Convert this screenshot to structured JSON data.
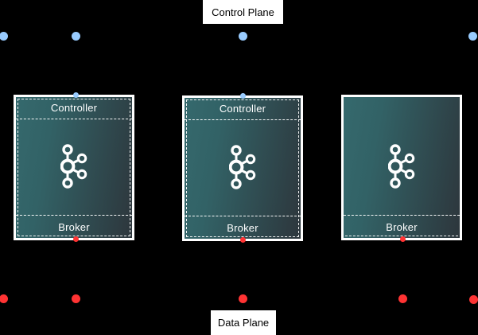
{
  "labels": {
    "control_plane": "Control Plane",
    "data_plane": "Data Plane"
  },
  "nodes": [
    {
      "controller": "Controller",
      "broker": "Broker"
    },
    {
      "controller": "Controller",
      "broker": "Broker"
    },
    {
      "broker": "Broker"
    }
  ],
  "icons": {
    "node_logo": "kafka-logo"
  },
  "colors": {
    "background": "#000000",
    "node_border": "#ffffff",
    "node_gradient_left": "#35696d",
    "node_gradient_right": "#2d363c",
    "node_text": "#ffffff",
    "plane_label_bg": "#ffffff",
    "plane_label_text": "#000000",
    "control_plane_dot": "#99ccff",
    "data_plane_dot": "#ff3333"
  }
}
